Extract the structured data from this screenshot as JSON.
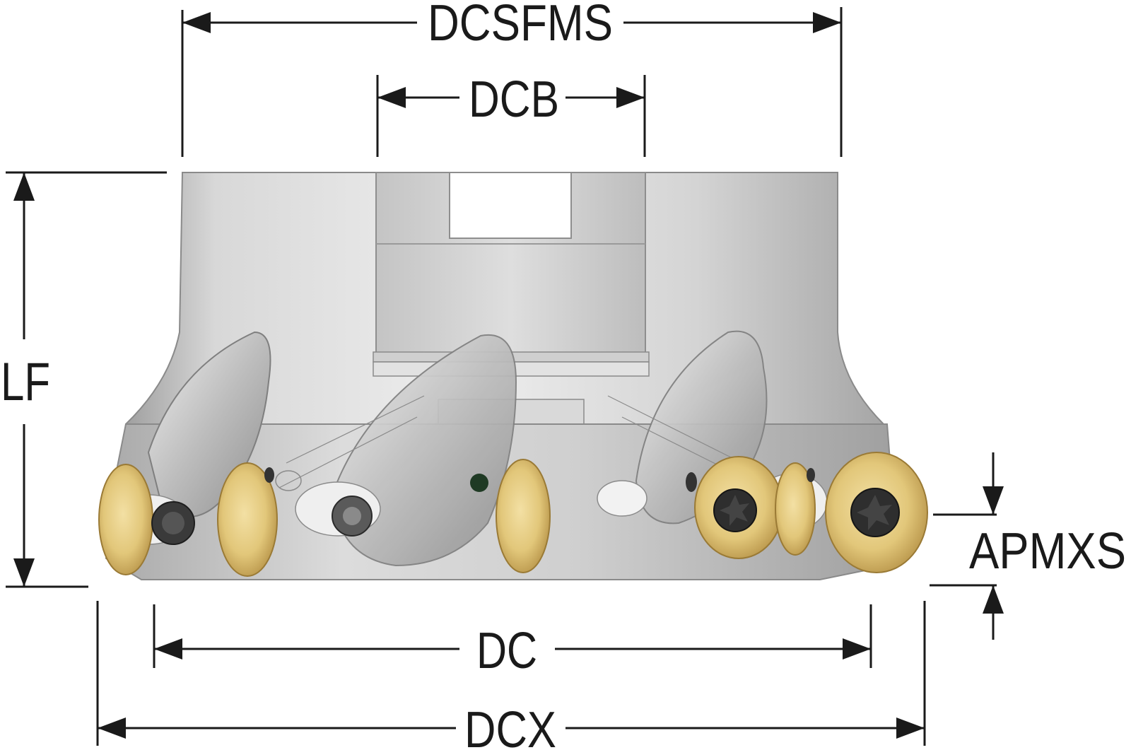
{
  "dimensions": {
    "dcsfms": "DCSFMS",
    "dcb": "DCB",
    "lf": "LF",
    "apmxs": "APMXS",
    "dc": "DC",
    "dcx": "DCX"
  },
  "colors": {
    "body_light": "#e6e6e6",
    "body_mid": "#c9c9c9",
    "body_dark": "#a8a8a8",
    "insert_gold": "#e2c77a",
    "insert_gold_dark": "#b8954a",
    "screw_dark": "#2e2e2e",
    "hole_green": "#1f3a24",
    "dim_line": "#1a1a1a"
  },
  "icons": {
    "dimension_arrow": "arrowhead-icon",
    "insert_screw": "torx-screw-icon"
  }
}
